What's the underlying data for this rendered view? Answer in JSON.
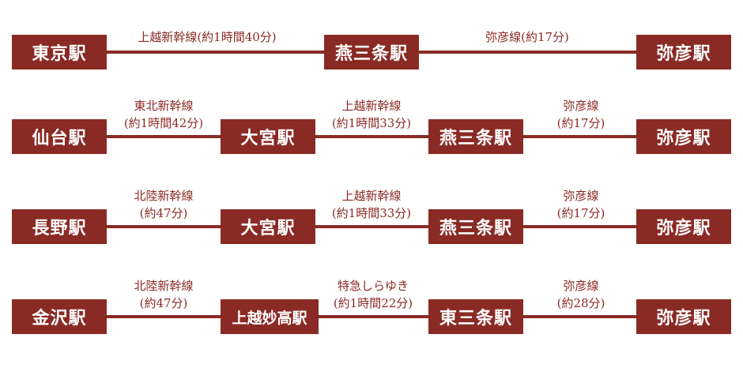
{
  "accent_color": "#8a2a24",
  "routes": [
    {
      "stations": [
        "東京駅",
        "燕三条駅",
        "弥彦駅"
      ],
      "segments": [
        {
          "name": "上越新幹線(約1時間40分)",
          "time": ""
        },
        {
          "name": "弥彦線(約17分)",
          "time": ""
        }
      ]
    },
    {
      "stations": [
        "仙台駅",
        "大宮駅",
        "燕三条駅",
        "弥彦駅"
      ],
      "segments": [
        {
          "name": "東北新幹線",
          "time": "(約1時間42分)"
        },
        {
          "name": "上越新幹線",
          "time": "(約1時間33分)"
        },
        {
          "name": "弥彦線",
          "time": "(約17分)"
        }
      ]
    },
    {
      "stations": [
        "長野駅",
        "大宮駅",
        "燕三条駅",
        "弥彦駅"
      ],
      "segments": [
        {
          "name": "北陸新幹線",
          "time": "(約47分)"
        },
        {
          "name": "上越新幹線",
          "time": "(約1時間33分)"
        },
        {
          "name": "弥彦線",
          "time": "(約17分)"
        }
      ]
    },
    {
      "stations": [
        "金沢駅",
        "上越妙高駅",
        "東三条駅",
        "弥彦駅"
      ],
      "segments": [
        {
          "name": "北陸新幹線",
          "time": "(約47分)"
        },
        {
          "name": "特急しらゆき",
          "time": "(約1時間22分)"
        },
        {
          "name": "弥彦線",
          "time": "(約28分)"
        }
      ]
    }
  ]
}
